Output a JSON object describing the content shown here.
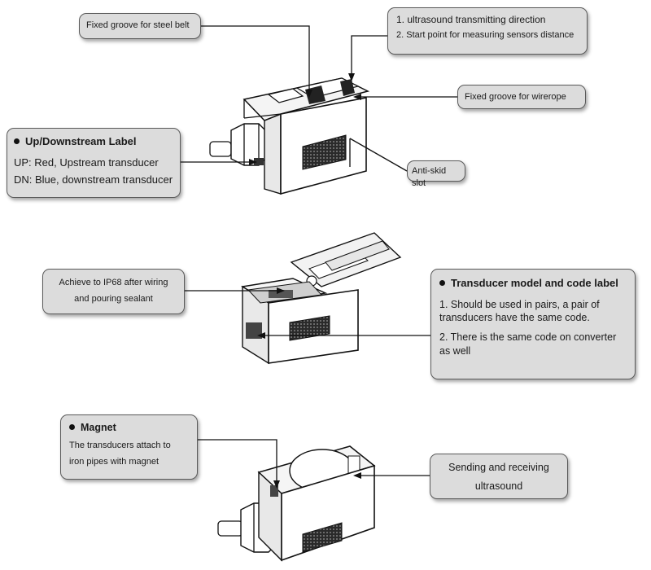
{
  "callouts": {
    "steel_belt": "Fixed groove for steel belt",
    "ultrasound_dir": {
      "line1": "1. ultrasound transmitting direction",
      "line2": "2. Start point for measuring sensors distance"
    },
    "wirerope": "Fixed groove for wirerope",
    "updown": {
      "title": "Up/Downstream Label",
      "line1": "UP: Red, Upstream transducer",
      "line2": "DN: Blue, downstream transducer"
    },
    "antiskid": "Anti-skid slot",
    "ip68": {
      "line1": "Achieve to IP68 after wiring",
      "line2": "and pouring sealant"
    },
    "model": {
      "title": "Transducer model and code label",
      "item1": "1. Should be used in pairs, a pair of transducers have the same code.",
      "item2": "2. There is the same code on converter as well"
    },
    "magnet": {
      "title": "Magnet",
      "line1": "The transducers attach to",
      "line2": "iron pipes with magnet"
    },
    "sending": {
      "line1": "Sending and receiving",
      "line2": "ultrasound"
    }
  }
}
